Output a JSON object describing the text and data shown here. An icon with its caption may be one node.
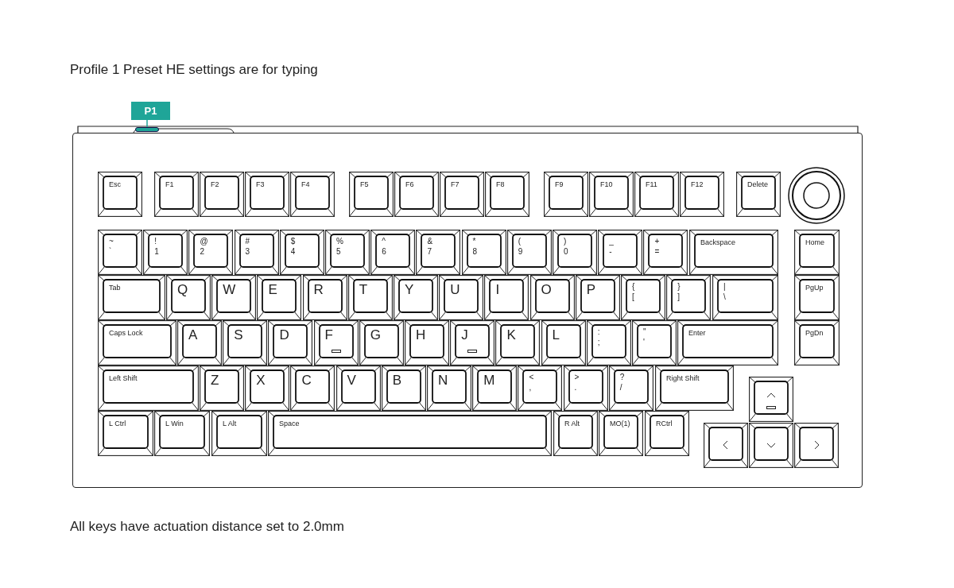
{
  "diagram": {
    "title": "Profile 1 Preset HE settings are for typing",
    "caption": "All keys have actuation distance set to 2.0mm",
    "nodes": [
      {
        "text": [
          "P1"
        ]
      },
      {
        "text": [],
        "shape": "bar"
      },
      {
        "text": [],
        "shape": "box"
      },
      {
        "text": [
          "Esc"
        ],
        "in": 2
      },
      {
        "text": [
          "F1"
        ],
        "in": 2
      },
      {
        "text": [
          "F2"
        ],
        "in": 2
      },
      {
        "text": [
          "F3"
        ],
        "in": 2
      },
      {
        "text": [
          "F4"
        ],
        "in": 2
      },
      {
        "text": [
          "F5"
        ],
        "in": 2
      },
      {
        "text": [
          "F6"
        ],
        "in": 2
      },
      {
        "text": [
          "F7"
        ],
        "in": 2
      },
      {
        "text": [
          "F8"
        ],
        "in": 2
      },
      {
        "text": [
          "F9"
        ],
        "in": 2
      },
      {
        "text": [
          "F10"
        ],
        "in": 2
      },
      {
        "text": [
          "F11"
        ],
        "in": 2
      },
      {
        "text": [
          "F12"
        ],
        "in": 2
      },
      {
        "text": [
          "Delete"
        ],
        "in": 2
      },
      {
        "text": [
          "~",
          "`"
        ],
        "in": 2
      },
      {
        "text": [
          "!",
          "1"
        ],
        "in": 2
      },
      {
        "text": [
          "@",
          "2"
        ],
        "in": 2
      },
      {
        "text": [
          "#",
          "3"
        ],
        "in": 2
      },
      {
        "text": [
          "$",
          "4"
        ],
        "in": 2
      },
      {
        "text": [
          "%",
          "5"
        ],
        "in": 2
      },
      {
        "text": [
          "^",
          "6"
        ],
        "in": 2
      },
      {
        "text": [
          "&",
          "7"
        ],
        "in": 2
      },
      {
        "text": [
          "*",
          "8"
        ],
        "in": 2
      },
      {
        "text": [
          "(",
          "9"
        ],
        "in": 2
      },
      {
        "text": [
          ")",
          "0"
        ],
        "in": 2
      },
      {
        "text": [
          "_",
          "-"
        ],
        "in": 2
      },
      {
        "text": [
          "+",
          "="
        ],
        "in": 2
      },
      {
        "text": [
          "Backspace"
        ],
        "in": 2
      },
      {
        "text": [
          "Home"
        ],
        "in": 2
      },
      {
        "text": [
          "Tab"
        ],
        "in": 2
      },
      {
        "text": [
          "Q"
        ],
        "in": 2
      },
      {
        "text": [
          "W"
        ],
        "in": 2
      },
      {
        "text": [
          "E"
        ],
        "in": 2
      },
      {
        "text": [
          "R"
        ],
        "in": 2
      },
      {
        "text": [
          "T"
        ],
        "in": 2
      },
      {
        "text": [
          "Y"
        ],
        "in": 2
      },
      {
        "text": [
          "U"
        ],
        "in": 2
      },
      {
        "text": [
          "I"
        ],
        "in": 2
      },
      {
        "text": [
          "O"
        ],
        "in": 2
      },
      {
        "text": [
          "P"
        ],
        "in": 2
      },
      {
        "text": [
          "{",
          "["
        ],
        "in": 2
      },
      {
        "text": [
          "}",
          "]"
        ],
        "in": 2
      },
      {
        "text": [
          "|",
          "\\"
        ],
        "in": 2
      },
      {
        "text": [
          "PgUp"
        ],
        "in": 2
      },
      {
        "text": [
          "Caps Lock"
        ],
        "in": 2
      },
      {
        "text": [
          "A"
        ],
        "in": 2
      },
      {
        "text": [
          "S"
        ],
        "in": 2
      },
      {
        "text": [
          "D"
        ],
        "in": 2
      },
      {
        "text": [
          "F"
        ],
        "in": 2
      },
      {
        "text": [
          "G"
        ],
        "in": 2
      },
      {
        "text": [
          "H"
        ],
        "in": 2
      },
      {
        "text": [
          "J"
        ],
        "in": 2
      },
      {
        "text": [
          "K"
        ],
        "in": 2
      },
      {
        "text": [
          "L"
        ],
        "in": 2
      },
      {
        "text": [
          ":",
          ";"
        ],
        "in": 2
      },
      {
        "text": [
          "\"",
          "'"
        ],
        "in": 2
      },
      {
        "text": [
          "Enter"
        ],
        "in": 2
      },
      {
        "text": [
          "PgDn"
        ],
        "in": 2
      },
      {
        "text": [
          "Left Shift"
        ],
        "in": 2
      },
      {
        "text": [
          "Z"
        ],
        "in": 2
      },
      {
        "text": [
          "X"
        ],
        "in": 2
      },
      {
        "text": [
          "C"
        ],
        "in": 2
      },
      {
        "text": [
          "V"
        ],
        "in": 2
      },
      {
        "text": [
          "B"
        ],
        "in": 2
      },
      {
        "text": [
          "N"
        ],
        "in": 2
      },
      {
        "text": [
          "M"
        ],
        "in": 2
      },
      {
        "text": [
          "<",
          ","
        ],
        "in": 2
      },
      {
        "text": [
          ">",
          "."
        ],
        "in": 2
      },
      {
        "text": [
          "?",
          "/"
        ],
        "in": 2
      },
      {
        "text": [
          "Right Shift"
        ],
        "in": 2
      },
      {
        "text": [],
        "shape": "box",
        "in": 2
      },
      {
        "text": [
          "L Ctrl"
        ],
        "in": 2
      },
      {
        "text": [
          "L Win"
        ],
        "in": 2
      },
      {
        "text": [
          "L Alt"
        ],
        "in": 2
      },
      {
        "text": [
          "Space"
        ],
        "in": 2
      },
      {
        "text": [
          "R Alt"
        ],
        "in": 2
      },
      {
        "text": [
          "MO(1)"
        ],
        "in": 2
      },
      {
        "text": [
          "RCtrl"
        ],
        "in": 2
      },
      {
        "text": [],
        "shape": "box",
        "in": 2
      },
      {
        "text": [],
        "shape": "box",
        "in": 2
      },
      {
        "text": [],
        "shape": "box",
        "in": 2
      }
    ],
    "edges": [
      {
        "from": 0,
        "to": 1,
        "arrow": "none",
        "color": "#1fa598"
      }
    ]
  }
}
